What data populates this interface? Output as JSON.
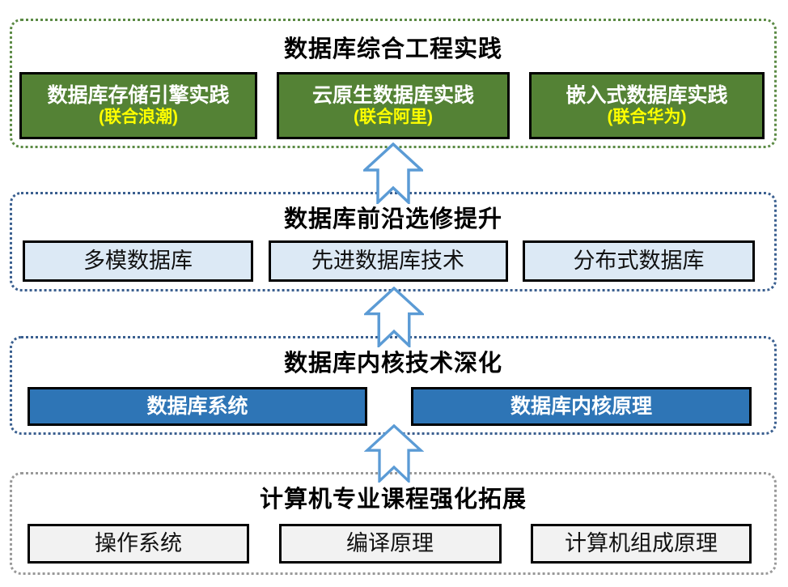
{
  "tiers": [
    {
      "title": "数据库综合工程实践",
      "boxes": [
        {
          "label": "数据库存储引擎实践",
          "sub": "(联合浪潮)"
        },
        {
          "label": "云原生数据库实践",
          "sub": "(联合阿里)"
        },
        {
          "label": "嵌入式数据库实践",
          "sub": "(联合华为)"
        }
      ]
    },
    {
      "title": "数据库前沿选修提升",
      "boxes": [
        {
          "label": "多模数据库"
        },
        {
          "label": "先进数据库技术"
        },
        {
          "label": "分布式数据库"
        }
      ]
    },
    {
      "title": "数据库内核技术深化",
      "boxes": [
        {
          "label": "数据库系统"
        },
        {
          "label": "数据库内核原理"
        }
      ]
    },
    {
      "title": "计算机专业课程强化拓展",
      "boxes": [
        {
          "label": "操作系统"
        },
        {
          "label": "编译原理"
        },
        {
          "label": "计算机组成原理"
        }
      ]
    }
  ],
  "icons": {
    "up_arrow": "block-up-arrow-with-notched-tail"
  },
  "colors": {
    "tier1_border": "#5b8a44",
    "tier_blue_border": "#3a5f8f",
    "tier4_border": "#999999",
    "box_border": "#000000",
    "green_fill": "#548235",
    "yellow": "#ffff00",
    "lightblue_fill": "#dce9f5",
    "blue_fill": "#2e75b6",
    "gray_fill": "#f2f2f2",
    "arrow_stroke": "#5b9bd5"
  }
}
